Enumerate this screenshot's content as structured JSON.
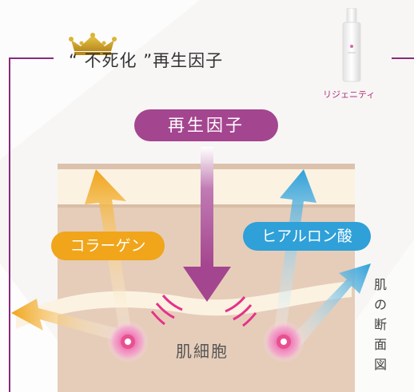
{
  "header": {
    "title": "“ 不死化 ”再生因子",
    "product_name": "リジェニティ"
  },
  "diagram": {
    "regen_label": "再生因子",
    "collagen_label": "コラーゲン",
    "hyaluron_label": "ヒアルロン酸",
    "cell_label": "肌細胞",
    "cross_section_label": "肌の断面図"
  },
  "colors": {
    "frame": "#8a2a7a",
    "regen": "#a4458f",
    "collagen": "#f0a51a",
    "hyaluron": "#2fa0d8",
    "skin": "#e6cdb9"
  }
}
